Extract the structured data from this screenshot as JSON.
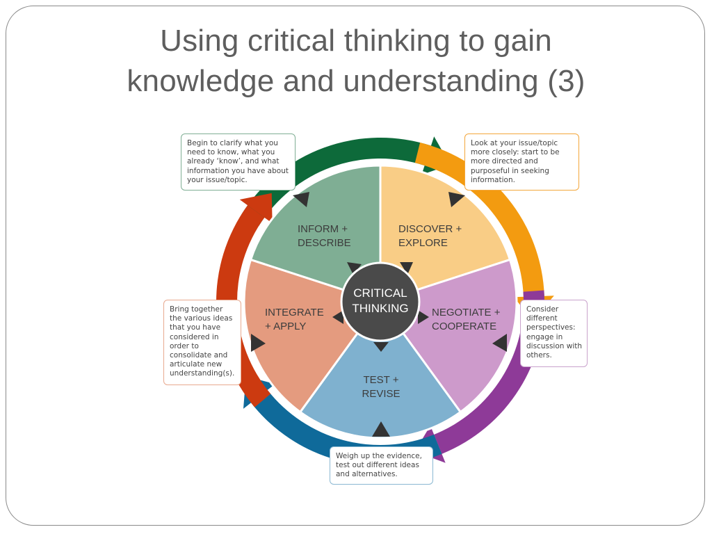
{
  "title": {
    "line1": "Using critical thinking to gain",
    "line2": "knowledge and understanding (3)"
  },
  "center": {
    "line1": "CRITICAL",
    "line2": "THINKING",
    "color": "#4a4a4a"
  },
  "segments": [
    {
      "id": "inform",
      "line1": "INFORM +",
      "line2": "DESCRIBE",
      "color": "#7fae94"
    },
    {
      "id": "discover",
      "line1": "DISCOVER +",
      "line2": "EXPLORE",
      "color": "#f9cd86"
    },
    {
      "id": "negotiate",
      "line1": "NEGOTIATE +",
      "line2": "COOPERATE",
      "color": "#cd9acb"
    },
    {
      "id": "test",
      "line1": "TEST +",
      "line2": "REVISE",
      "color": "#7fb1cf"
    },
    {
      "id": "integrate",
      "line1": "INTEGRATE",
      "line2": "+ APPLY",
      "color": "#e49b7f"
    }
  ],
  "arrow_colors": {
    "inform": "#0d6a3a",
    "discover": "#f39b10",
    "negotiate": "#8e3a98",
    "test": "#0f6a9a",
    "integrate": "#cc3a10"
  },
  "callouts": {
    "inform": {
      "lines": [
        "Begin to clarify what you",
        "need to know, what you",
        "already ‘know’, and what",
        "information you have about",
        "your issue/topic."
      ],
      "border": "#7fae94"
    },
    "discover": {
      "lines": [
        "Look at your issue/topic",
        "more closely: start to be",
        "more directed and",
        "purposeful in seeking",
        "information."
      ],
      "border": "#f3a63a"
    },
    "negotiate": {
      "lines": [
        "Consider",
        "different",
        "perspectives:",
        "engage in",
        "discussion with",
        "others."
      ],
      "border": "#c9a2cc"
    },
    "test": {
      "lines": [
        "Weigh up the evidence,",
        "test out different ideas",
        "and alternatives."
      ],
      "border": "#8ab8d2"
    },
    "integrate": {
      "lines": [
        "Bring together",
        "the various ideas",
        "that you have",
        "considered in",
        "order to",
        "consolidate and",
        "articulate new",
        "understanding(s)."
      ],
      "border": "#e8a98f"
    }
  }
}
